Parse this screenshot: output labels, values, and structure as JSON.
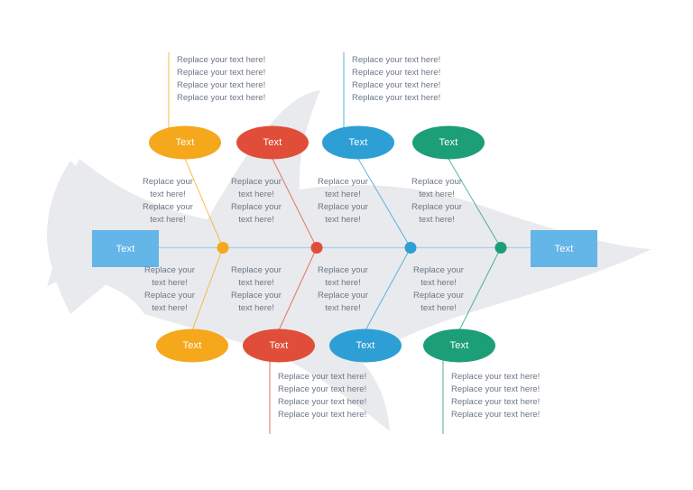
{
  "diagram": {
    "type": "fishbone-ishikawa",
    "title": "",
    "background_color": "#ffffff",
    "fish_body_color": "#e8eaed",
    "spine_color": "#aacfe6",
    "text_color": "#6b7785",
    "node_text_color": "#ffffff"
  },
  "head": {
    "label": "Text",
    "color": "#64B5E8",
    "shape": "rectangle"
  },
  "tail": {
    "label": "Text",
    "color": "#64B5E8",
    "shape": "rectangle"
  },
  "branches": [
    {
      "id": "branch-1-top",
      "position": "top",
      "index": 1,
      "color": "#F5A81C",
      "node_label": "Text",
      "outer_text": "Replace your text here!\nReplace your text here!\nReplace your text here!\nReplace your text here!",
      "outer_align": "left",
      "inner_text": "Replace your\ntext here!\nReplace your\ntext here!",
      "inner_align": "center"
    },
    {
      "id": "branch-2-top",
      "position": "top",
      "index": 2,
      "color": "#E04E39",
      "node_label": "Text",
      "outer_text": "",
      "outer_align": "left",
      "inner_text": "Replace your\ntext here!\nReplace your\ntext here!",
      "inner_align": "center"
    },
    {
      "id": "branch-3-top",
      "position": "top",
      "index": 3,
      "color": "#2D9FD4",
      "node_label": "Text",
      "outer_text": "Replace your text here!\nReplace your text here!\nReplace your text here!\nReplace your text here!",
      "outer_align": "left",
      "inner_text": "Replace your\ntext here!\nReplace your\ntext here!",
      "inner_align": "center"
    },
    {
      "id": "branch-4-top",
      "position": "top",
      "index": 4,
      "color": "#1C9E77",
      "node_label": "Text",
      "outer_text": "",
      "outer_align": "left",
      "inner_text": "Replace your\ntext here!\nReplace your\ntext here!",
      "inner_align": "center"
    },
    {
      "id": "branch-1-bottom",
      "position": "bottom",
      "index": 1,
      "color": "#F5A81C",
      "node_label": "Text",
      "outer_text": "",
      "outer_align": "left",
      "inner_text": "Replace your\ntext here!\nReplace your\ntext here!",
      "inner_align": "center"
    },
    {
      "id": "branch-2-bottom",
      "position": "bottom",
      "index": 2,
      "color": "#E04E39",
      "node_label": "Text",
      "outer_text": "Replace your text here!\nReplace your text here!\nReplace your text here!\nReplace your text here!",
      "outer_align": "left",
      "inner_text": "Replace your\ntext here!\nReplace your\ntext here!",
      "inner_align": "center"
    },
    {
      "id": "branch-3-bottom",
      "position": "bottom",
      "index": 3,
      "color": "#2D9FD4",
      "node_label": "Text",
      "outer_text": "",
      "outer_align": "left",
      "inner_text": "Replace your\ntext here!\nReplace your\ntext here!",
      "inner_align": "center"
    },
    {
      "id": "branch-4-bottom",
      "position": "bottom",
      "index": 4,
      "color": "#1C9E77",
      "node_label": "Text",
      "outer_text": "Replace your text here!\nReplace your text here!\nReplace your text here!\nReplace your text here!",
      "outer_align": "left",
      "inner_text": "Replace your\ntext here!\nReplace your\ntext here!",
      "inner_align": "center"
    }
  ],
  "inner_texts": {
    "top_1": "Replace your\ntext here!\nReplace your\ntext here!",
    "top_2": "Replace your\ntext here!\nReplace your\ntext here!",
    "top_3": "Replace your\ntext here!\nReplace your\ntext here!",
    "top_4": "Replace your\ntext here!\nReplace your\ntext here!",
    "bottom_1": "Replace your\ntext here!\nReplace your\ntext here!",
    "bottom_2": "Replace your\ntext here!\nReplace your\ntext here!",
    "bottom_3": "Replace your\ntext here!\nReplace your\ntext here!",
    "bottom_4": "Replace your\ntext here!\nReplace your\ntext here!"
  },
  "outer_texts": {
    "top_1": "Replace your text here!\nReplace your text here!\nReplace your text here!\nReplace your text here!",
    "top_3": "Replace your text here!\nReplace your text here!\nReplace your text here!\nReplace your text here!",
    "bottom_2": "Replace your text here!\nReplace your text here!\nReplace your text here!\nReplace your text here!",
    "bottom_4": "Replace your text here!\nReplace your text here!\nReplace your text here!\nReplace your text here!"
  }
}
